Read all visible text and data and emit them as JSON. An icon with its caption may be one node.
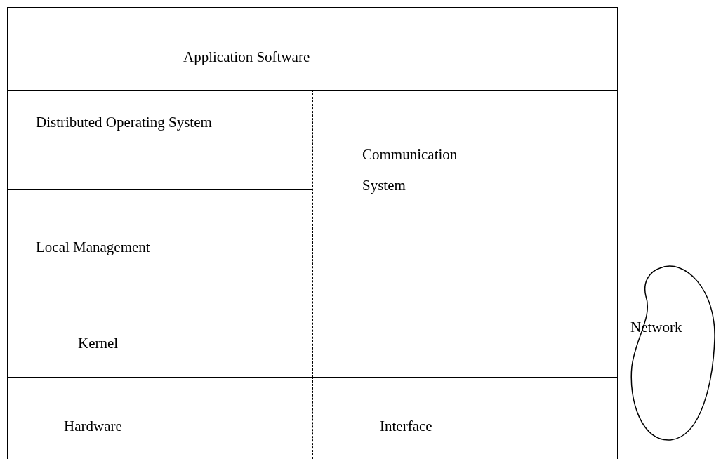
{
  "diagram": {
    "nodes": [
      {
        "text": [
          "Application Software"
        ]
      },
      {
        "text": [
          "Distributed Operating System"
        ]
      },
      {
        "text": [
          "Local Management"
        ]
      },
      {
        "text": [
          "Kernel"
        ]
      },
      {
        "text": [
          "Communication System"
        ]
      },
      {
        "text": [
          "Hardware"
        ]
      },
      {
        "text": [
          "Interface"
        ]
      },
      {
        "text": [
          "Network"
        ]
      }
    ]
  }
}
